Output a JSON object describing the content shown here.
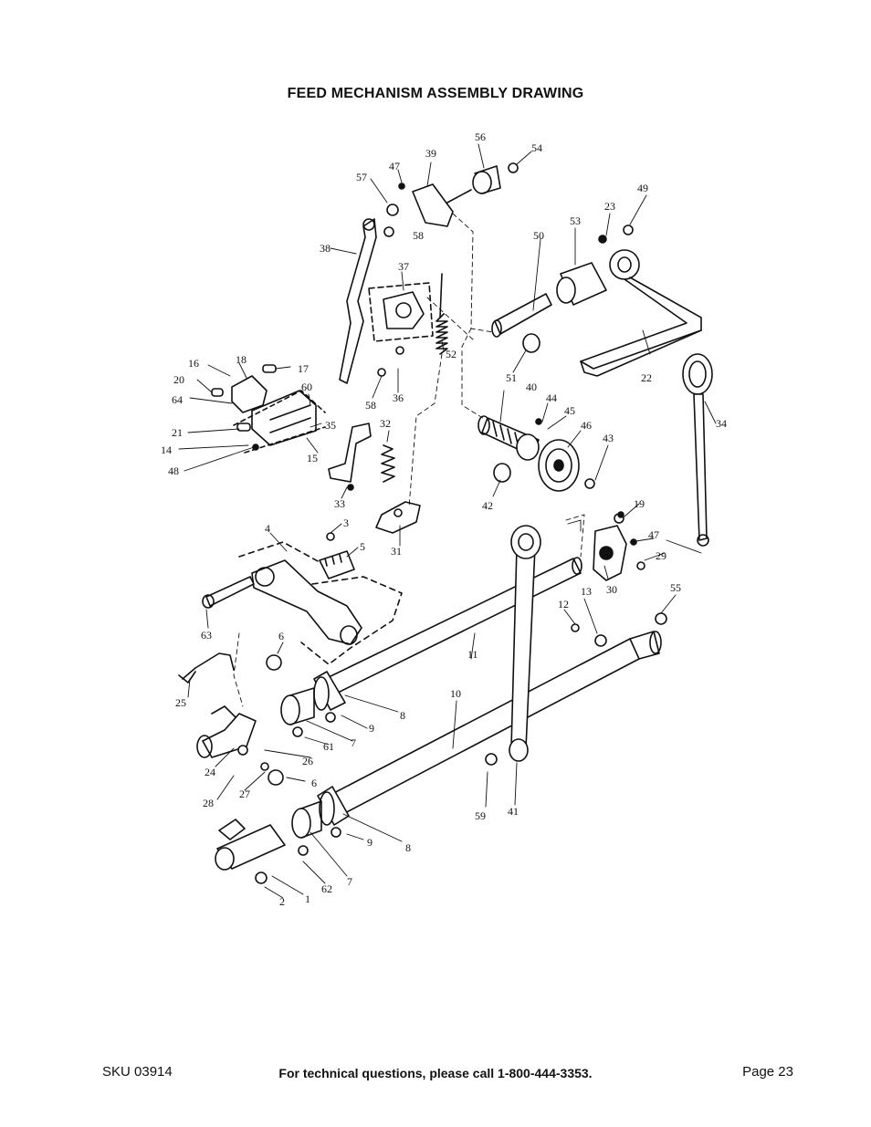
{
  "title": "FEED MECHANISM ASSEMBLY DRAWING",
  "footer": {
    "sku": "SKU 03914",
    "help": "For technical questions, please call 1-800-444-3353.",
    "page": "Page 23"
  },
  "callouts": [
    "1",
    "2",
    "3",
    "4",
    "5",
    "6",
    "6",
    "7",
    "7",
    "8",
    "8",
    "9",
    "9",
    "10",
    "11",
    "12",
    "13",
    "14",
    "15",
    "16",
    "17",
    "18",
    "19",
    "20",
    "21",
    "22",
    "23",
    "24",
    "25",
    "26",
    "27",
    "28",
    "29",
    "30",
    "31",
    "32",
    "33",
    "34",
    "35",
    "36",
    "37",
    "38",
    "39",
    "40",
    "41",
    "42",
    "43",
    "44",
    "45",
    "46",
    "47",
    "47",
    "48",
    "49",
    "50",
    "51",
    "52",
    "53",
    "54",
    "55",
    "56",
    "57",
    "58",
    "58",
    "59",
    "60",
    "61",
    "62",
    "63",
    "64"
  ]
}
